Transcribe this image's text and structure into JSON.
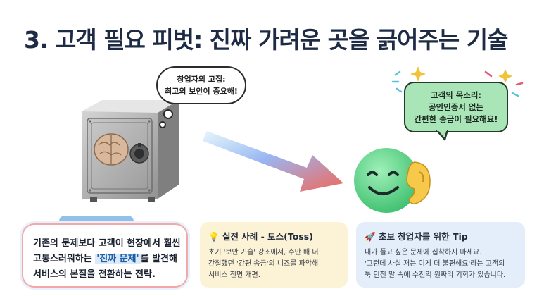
{
  "title": "3. 고객 필요 피벗: 진짜 가려운 곳을 긁어주는 기술",
  "thought_bubble": {
    "line1": "창업자의 고집:",
    "line2": "최고의 보안이 중요해!"
  },
  "customer_bubble": {
    "line1": "고객의 목소리:",
    "line2": "공인인증서 없는",
    "line3": "간편한 송금이 필요해요!"
  },
  "card_left": {
    "line1": "기존의 문제보다 고객이 현장에서 훨씬",
    "line2_pre": "고통스러워하는 ",
    "line2_hl": "'진짜 문제'",
    "line2_post": "를 발견해",
    "line3": "서비스의 본질을 전환하는 전략."
  },
  "card_mid": {
    "icon": "lightbulb-icon",
    "title": "실전 사례 - 토스(Toss)",
    "line1": "초기 '보안 기술' 강조에서, 수만 배 더",
    "line2": "간절했던 '간편 송금'의 니즈를 파악해",
    "line3": "서비스 전면 개편."
  },
  "card_right": {
    "icon": "rocket-icon",
    "title": "초보 창업자를 위한 Tip",
    "line1": "내가 풀고 싶은 문제에 집착하지 마세요.",
    "line2": "'그런데 사실 저는 이게 더 불편해요'라는 고객의",
    "line3": "툭 던진 말 속에 수천억 원짜리 기회가 있습니다."
  },
  "colors": {
    "title": "#1d2b45",
    "bubble_green": "#a9e5b6",
    "card_mid_bg": "#fcf2d6",
    "card_right_bg": "#e3eefa",
    "highlight": "#1a5fa8"
  }
}
